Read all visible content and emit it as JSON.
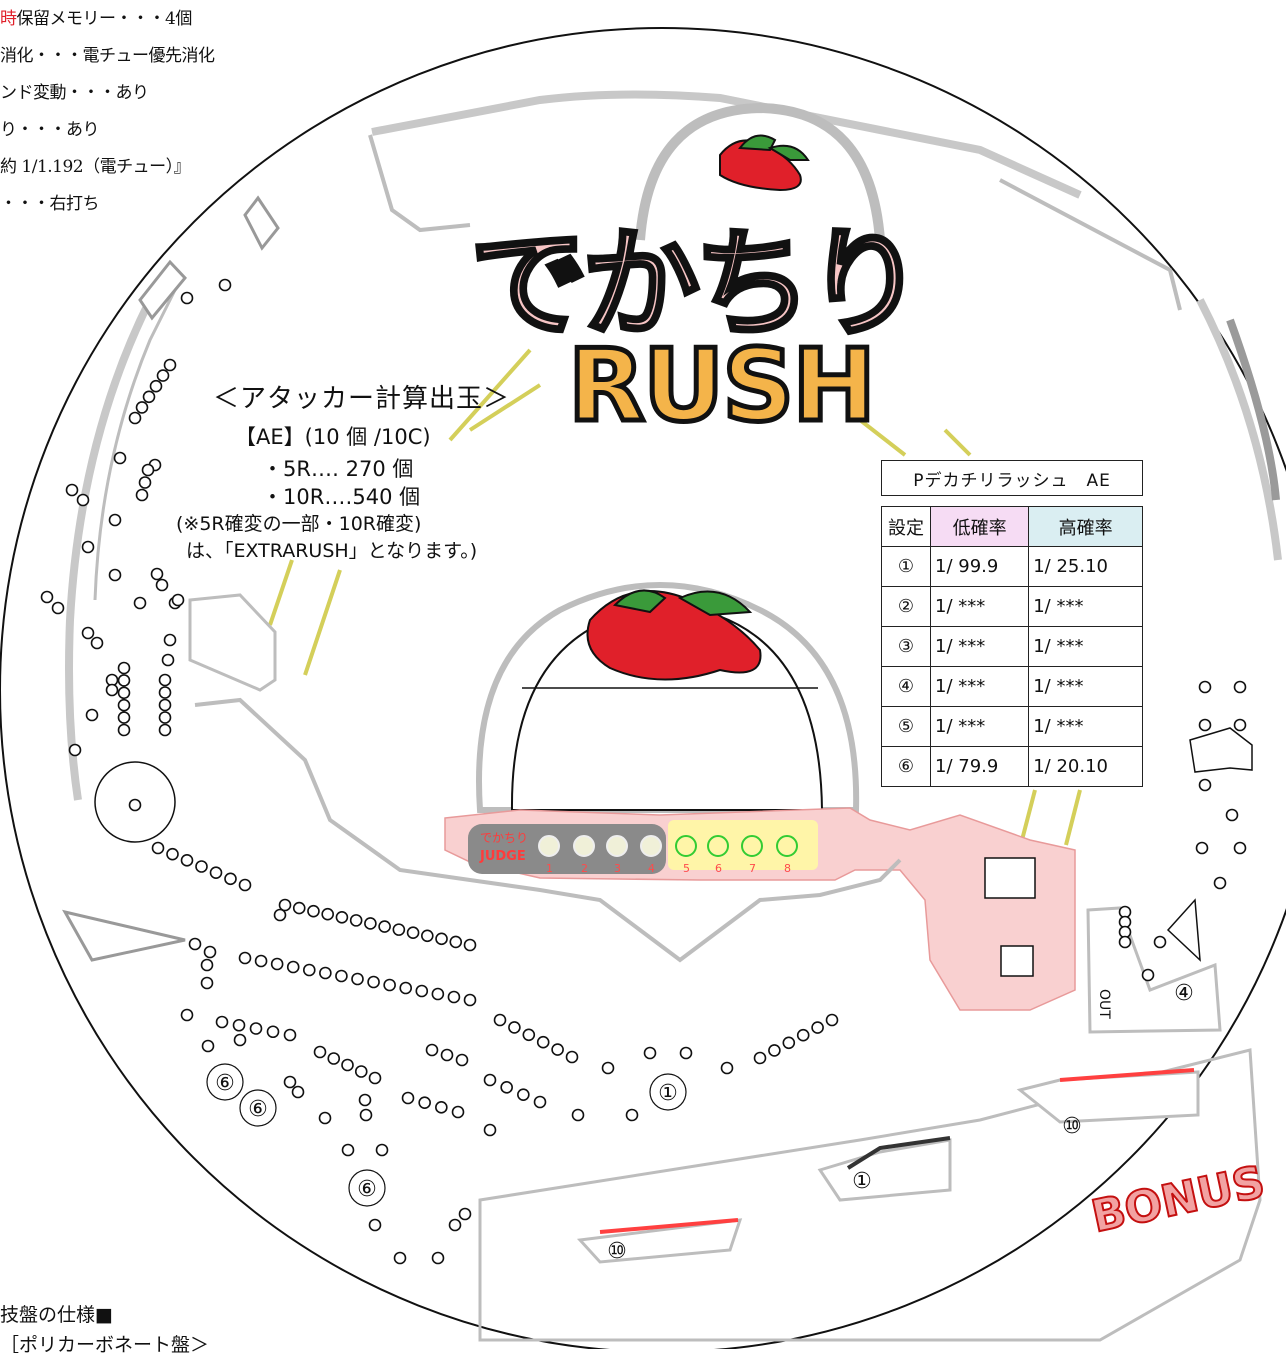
{
  "specs": {
    "line1_red": "時",
    "line1_rest": "保留メモリー・・・4個",
    "line2": "消化・・・電チュー優先消化",
    "line3": "ンド変動・・・あり",
    "line4": "り・・・あり",
    "line5": "約 1/1.192（電チュー）』",
    "line6": "・・・右打ち"
  },
  "attacker": {
    "title": "＜アタッカー計算出玉＞",
    "subtitle": "【AE】(10 個 /10C)",
    "r5": "・5R‥‥ 270 個",
    "r10": "・10R‥‥540 個",
    "note1": "(※5R確変の一部・10R確変)",
    "note2": "は、「EXTRARUSH」となります。)"
  },
  "logo": {
    "text_top": "でかちり",
    "text_bottom": "RUSH",
    "bonus": "BONUS"
  },
  "judge": {
    "label1": "でかちり",
    "label2": "JUDGE",
    "slots": [
      "1",
      "2",
      "3",
      "4",
      "5",
      "6",
      "7",
      "8"
    ]
  },
  "out_label": "OUT",
  "pocket_labels": {
    "p1": "①",
    "p4": "④",
    "p6": "⑥",
    "p10": "⑩"
  },
  "table": {
    "machine_name": "Pデカチリラッシュ　AE",
    "headers": [
      "設定",
      "低確率",
      "高確率"
    ],
    "rows": [
      {
        "setting": "①",
        "low": "1/ 99.9",
        "high": "1/ 25.10"
      },
      {
        "setting": "②",
        "low": "1/ ***",
        "high": "1/ ***"
      },
      {
        "setting": "③",
        "low": "1/ ***",
        "high": "1/ ***"
      },
      {
        "setting": "④",
        "low": "1/ ***",
        "high": "1/ ***"
      },
      {
        "setting": "⑤",
        "low": "1/ ***",
        "high": "1/ ***"
      },
      {
        "setting": "⑥",
        "low": "1/ 79.9",
        "high": "1/ 20.10"
      }
    ]
  },
  "bottom": {
    "line1": "技盤の仕様■",
    "line2": "［ポリカーボネート盤＞"
  },
  "colors": {
    "accent_red": "#e0202a",
    "rail_gray": "#c8c8c8",
    "wire_yellow": "#d4cf5a",
    "pink_zone": "#f4b9b9",
    "judge_green": "#fff5a8",
    "judge_gray": "#8a8a8a",
    "low_header": "#f6dcf4",
    "high_header": "#daeef2"
  }
}
